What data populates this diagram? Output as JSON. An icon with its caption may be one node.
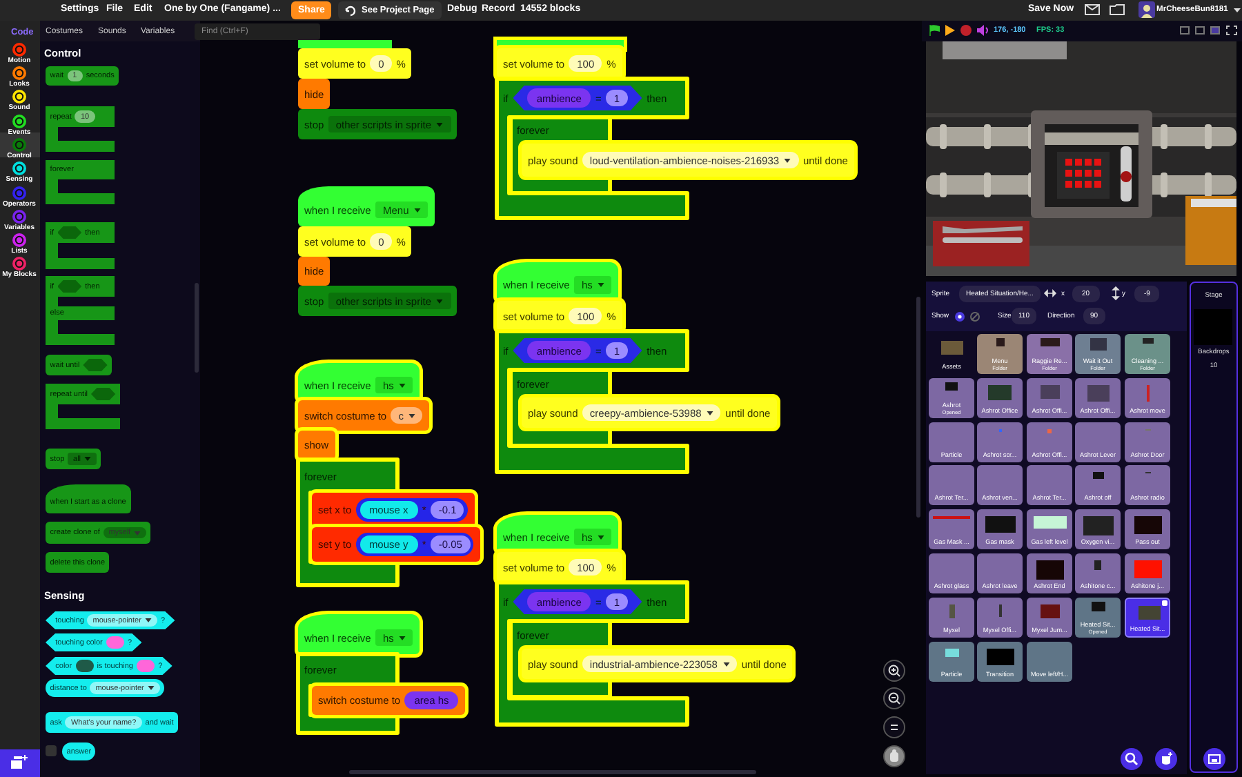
{
  "diagram": {
    "nodes": [
      {
        "text": [
          "set volume to",
          "0",
          "%"
        ]
      },
      {
        "text": [
          "hide"
        ]
      },
      {
        "text": [
          "stop",
          "other scripts in sprite"
        ]
      },
      {
        "text": [
          "when I receive",
          "Menu"
        ]
      },
      {
        "text": [
          "set volume to",
          "0",
          "%"
        ]
      },
      {
        "text": [
          "hide"
        ]
      },
      {
        "text": [
          "stop",
          "other scripts in sprite"
        ]
      },
      {
        "text": [
          "when I receive",
          "hs"
        ]
      },
      {
        "text": [
          "switch costume to",
          "c"
        ]
      },
      {
        "text": [
          "show"
        ]
      },
      {
        "text": [
          "forever"
        ]
      },
      {
        "text": [
          "set x to",
          "mouse x",
          "*",
          "-0.1"
        ]
      },
      {
        "text": [
          "set y to",
          "mouse y",
          "*",
          "-0.05"
        ]
      },
      {
        "text": [
          "when I receive",
          "hs"
        ]
      },
      {
        "text": [
          "forever"
        ]
      },
      {
        "text": [
          "switch costume to",
          "area hs"
        ]
      },
      {
        "text": [
          "set volume to",
          "100",
          "%"
        ]
      },
      {
        "text": [
          "if",
          "ambience",
          "=",
          "1",
          "then"
        ]
      },
      {
        "text": [
          "forever"
        ],
        "in": 17
      },
      {
        "text": [
          "play sound",
          "loud-ventilation-ambience-noises-216933",
          "until done"
        ]
      },
      {
        "text": [
          "when I receive",
          "hs"
        ]
      },
      {
        "text": [
          "set volume to",
          "100",
          "%"
        ]
      },
      {
        "text": [
          "if",
          "ambience",
          "=",
          "1",
          "then"
        ]
      },
      {
        "text": [
          "forever"
        ],
        "in": 22
      },
      {
        "text": [
          "play sound",
          "creepy-ambience-53988",
          "until done"
        ]
      },
      {
        "text": [
          "when I receive",
          "hs"
        ]
      },
      {
        "text": [
          "set volume to",
          "100",
          "%"
        ]
      },
      {
        "text": [
          "if",
          "ambience",
          "=",
          "1",
          "then"
        ]
      },
      {
        "text": [
          "forever"
        ],
        "in": 27
      },
      {
        "text": [
          "play sound",
          "industrial-ambience-223058",
          "until done"
        ]
      },
      {
        "text": [
          "wait",
          "1",
          "seconds"
        ]
      },
      {
        "text": [
          "repeat",
          "10"
        ]
      },
      {
        "text": [
          "forever"
        ]
      },
      {
        "text": [
          "if",
          "then"
        ]
      },
      {
        "text": [
          "if",
          "then",
          "else"
        ]
      },
      {
        "text": [
          "wait until"
        ]
      },
      {
        "text": [
          "repeat until"
        ]
      },
      {
        "text": [
          "stop",
          "all"
        ]
      },
      {
        "text": [
          "when I start as a clone"
        ]
      },
      {
        "text": [
          "create clone of",
          "myself"
        ]
      },
      {
        "text": [
          "delete this clone"
        ]
      },
      {
        "text": [
          "touching",
          "mouse-pointer",
          "?"
        ]
      },
      {
        "text": [
          "touching color",
          "?"
        ]
      },
      {
        "text": [
          "color",
          "is touching",
          "?"
        ]
      },
      {
        "text": [
          "distance to",
          "mouse-pointer"
        ]
      },
      {
        "text": [
          "ask",
          "What's your name?",
          "and wait"
        ]
      },
      {
        "text": [
          "answer"
        ]
      },
      {
        "text": [
          "Assets"
        ]
      },
      {
        "text": [
          "Menu",
          "Folder"
        ]
      },
      {
        "text": [
          "Raggie Re...",
          "Folder"
        ]
      },
      {
        "text": [
          "Wait it Out",
          "Folder"
        ]
      },
      {
        "text": [
          "Cleaning ...",
          "Folder"
        ]
      },
      {
        "text": [
          "Ashrot",
          "Opened"
        ]
      },
      {
        "text": [
          "Ashrot Office"
        ]
      },
      {
        "text": [
          "Ashrot Offi..."
        ]
      },
      {
        "text": [
          "Ashrot Offi..."
        ]
      },
      {
        "text": [
          "Ashrot move"
        ]
      },
      {
        "text": [
          "Particle"
        ]
      },
      {
        "text": [
          "Ashrot scr..."
        ]
      },
      {
        "text": [
          "Ashrot Offi..."
        ]
      },
      {
        "text": [
          "Ashrot Lever"
        ]
      },
      {
        "text": [
          "Ashrot Door"
        ]
      },
      {
        "text": [
          "Ashrot Ter..."
        ]
      },
      {
        "text": [
          "Ashrot ven..."
        ]
      },
      {
        "text": [
          "Ashrot Ter..."
        ]
      },
      {
        "text": [
          "Ashrot off"
        ]
      },
      {
        "text": [
          "Ashrot radio"
        ]
      },
      {
        "text": [
          "Gas Mask ..."
        ]
      },
      {
        "text": [
          "Gas mask"
        ]
      },
      {
        "text": [
          "Gas left level"
        ]
      },
      {
        "text": [
          "Oxygen vi..."
        ]
      },
      {
        "text": [
          "Pass out"
        ]
      },
      {
        "text": [
          "Ashrot glass"
        ]
      },
      {
        "text": [
          "Ashrot leave"
        ]
      },
      {
        "text": [
          "Ashrot End"
        ]
      },
      {
        "text": [
          "Ashitone c..."
        ]
      },
      {
        "text": [
          "Ashitone j..."
        ]
      },
      {
        "text": [
          "Myxel"
        ]
      },
      {
        "text": [
          "Myxel Offi..."
        ]
      },
      {
        "text": [
          "Myxel Jum..."
        ]
      },
      {
        "text": [
          "Heated Sit...",
          "Opened"
        ]
      },
      {
        "text": [
          "Heated Sit..."
        ]
      },
      {
        "text": [
          "Particle"
        ]
      },
      {
        "text": [
          "Transition"
        ]
      },
      {
        "text": [
          "Move left/H..."
        ]
      },
      {
        "text": [
          "Stage",
          "Backdrops",
          "10"
        ]
      }
    ],
    "labels": [
      "Settings",
      "File",
      "Edit",
      "One by One (Fangame) ...",
      "Share",
      "See Project Page",
      "Debug",
      "Record",
      "14552 blocks",
      "Save Now",
      "MrCheeseBun8181",
      "Code",
      "Costumes",
      "Sounds",
      "Variables",
      "Find (Ctrl+F)",
      "Motion",
      "Looks",
      "Sound",
      "Events",
      "Control",
      "Sensing",
      "Operators",
      "Variables",
      "Lists",
      "My Blocks",
      "Control",
      "Sensing",
      "176, -180",
      "FPS: 33",
      "Sprite",
      "Heated Situation/He...",
      "x",
      "20",
      "y",
      "-9",
      "Show",
      "Size",
      "110",
      "Direction",
      "90"
    ]
  }
}
